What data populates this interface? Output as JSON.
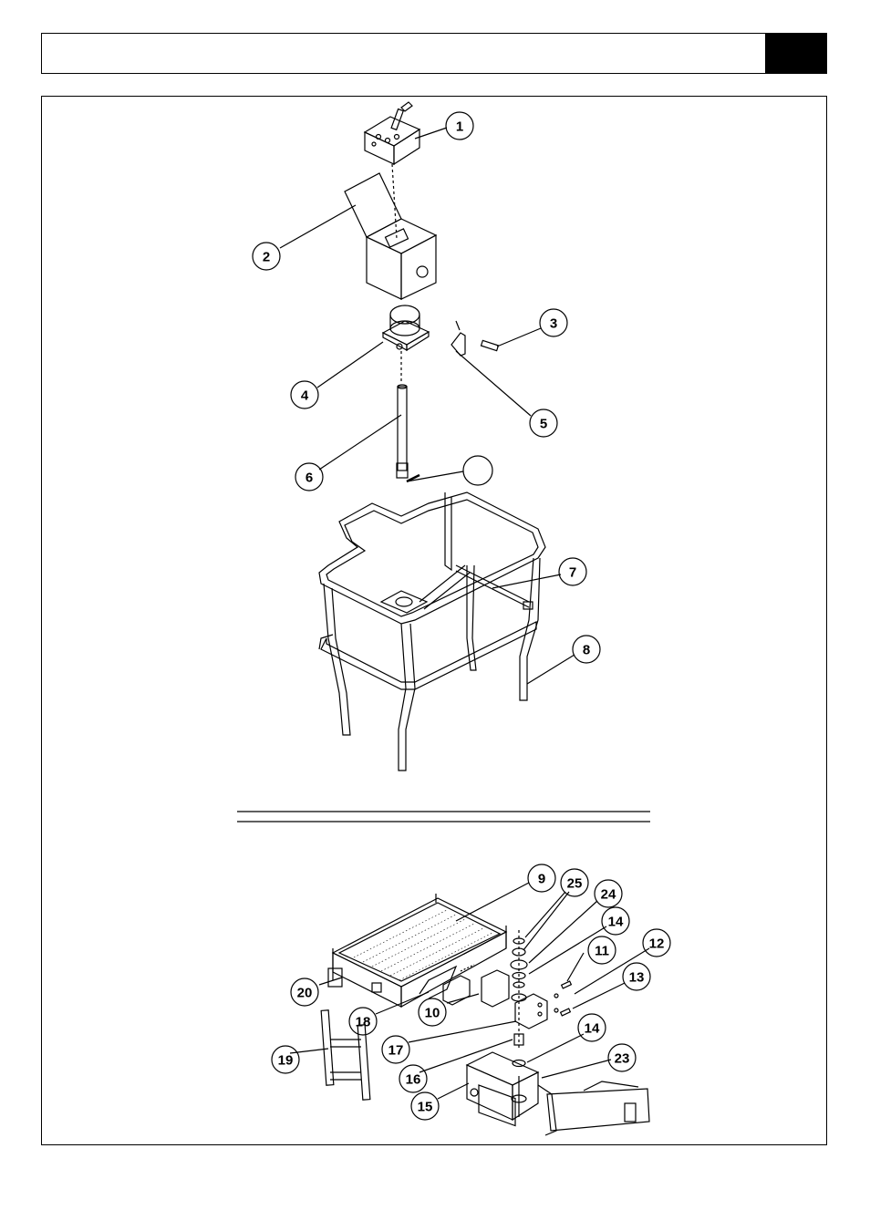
{
  "callouts": {
    "c1": "1",
    "c2": "2",
    "c3": "3",
    "c4": "4",
    "c5": "5",
    "c6": "6",
    "c7": "7",
    "c8": "8",
    "c9": "9",
    "c10": "10",
    "c11": "11",
    "c12": "12",
    "c13": "13",
    "c14a": "14",
    "c14b": "14",
    "c15": "15",
    "c16": "16",
    "c17": "17",
    "c18": "18",
    "c19": "19",
    "c20": "20",
    "c23": "23",
    "c24": "24",
    "c25": "25"
  }
}
